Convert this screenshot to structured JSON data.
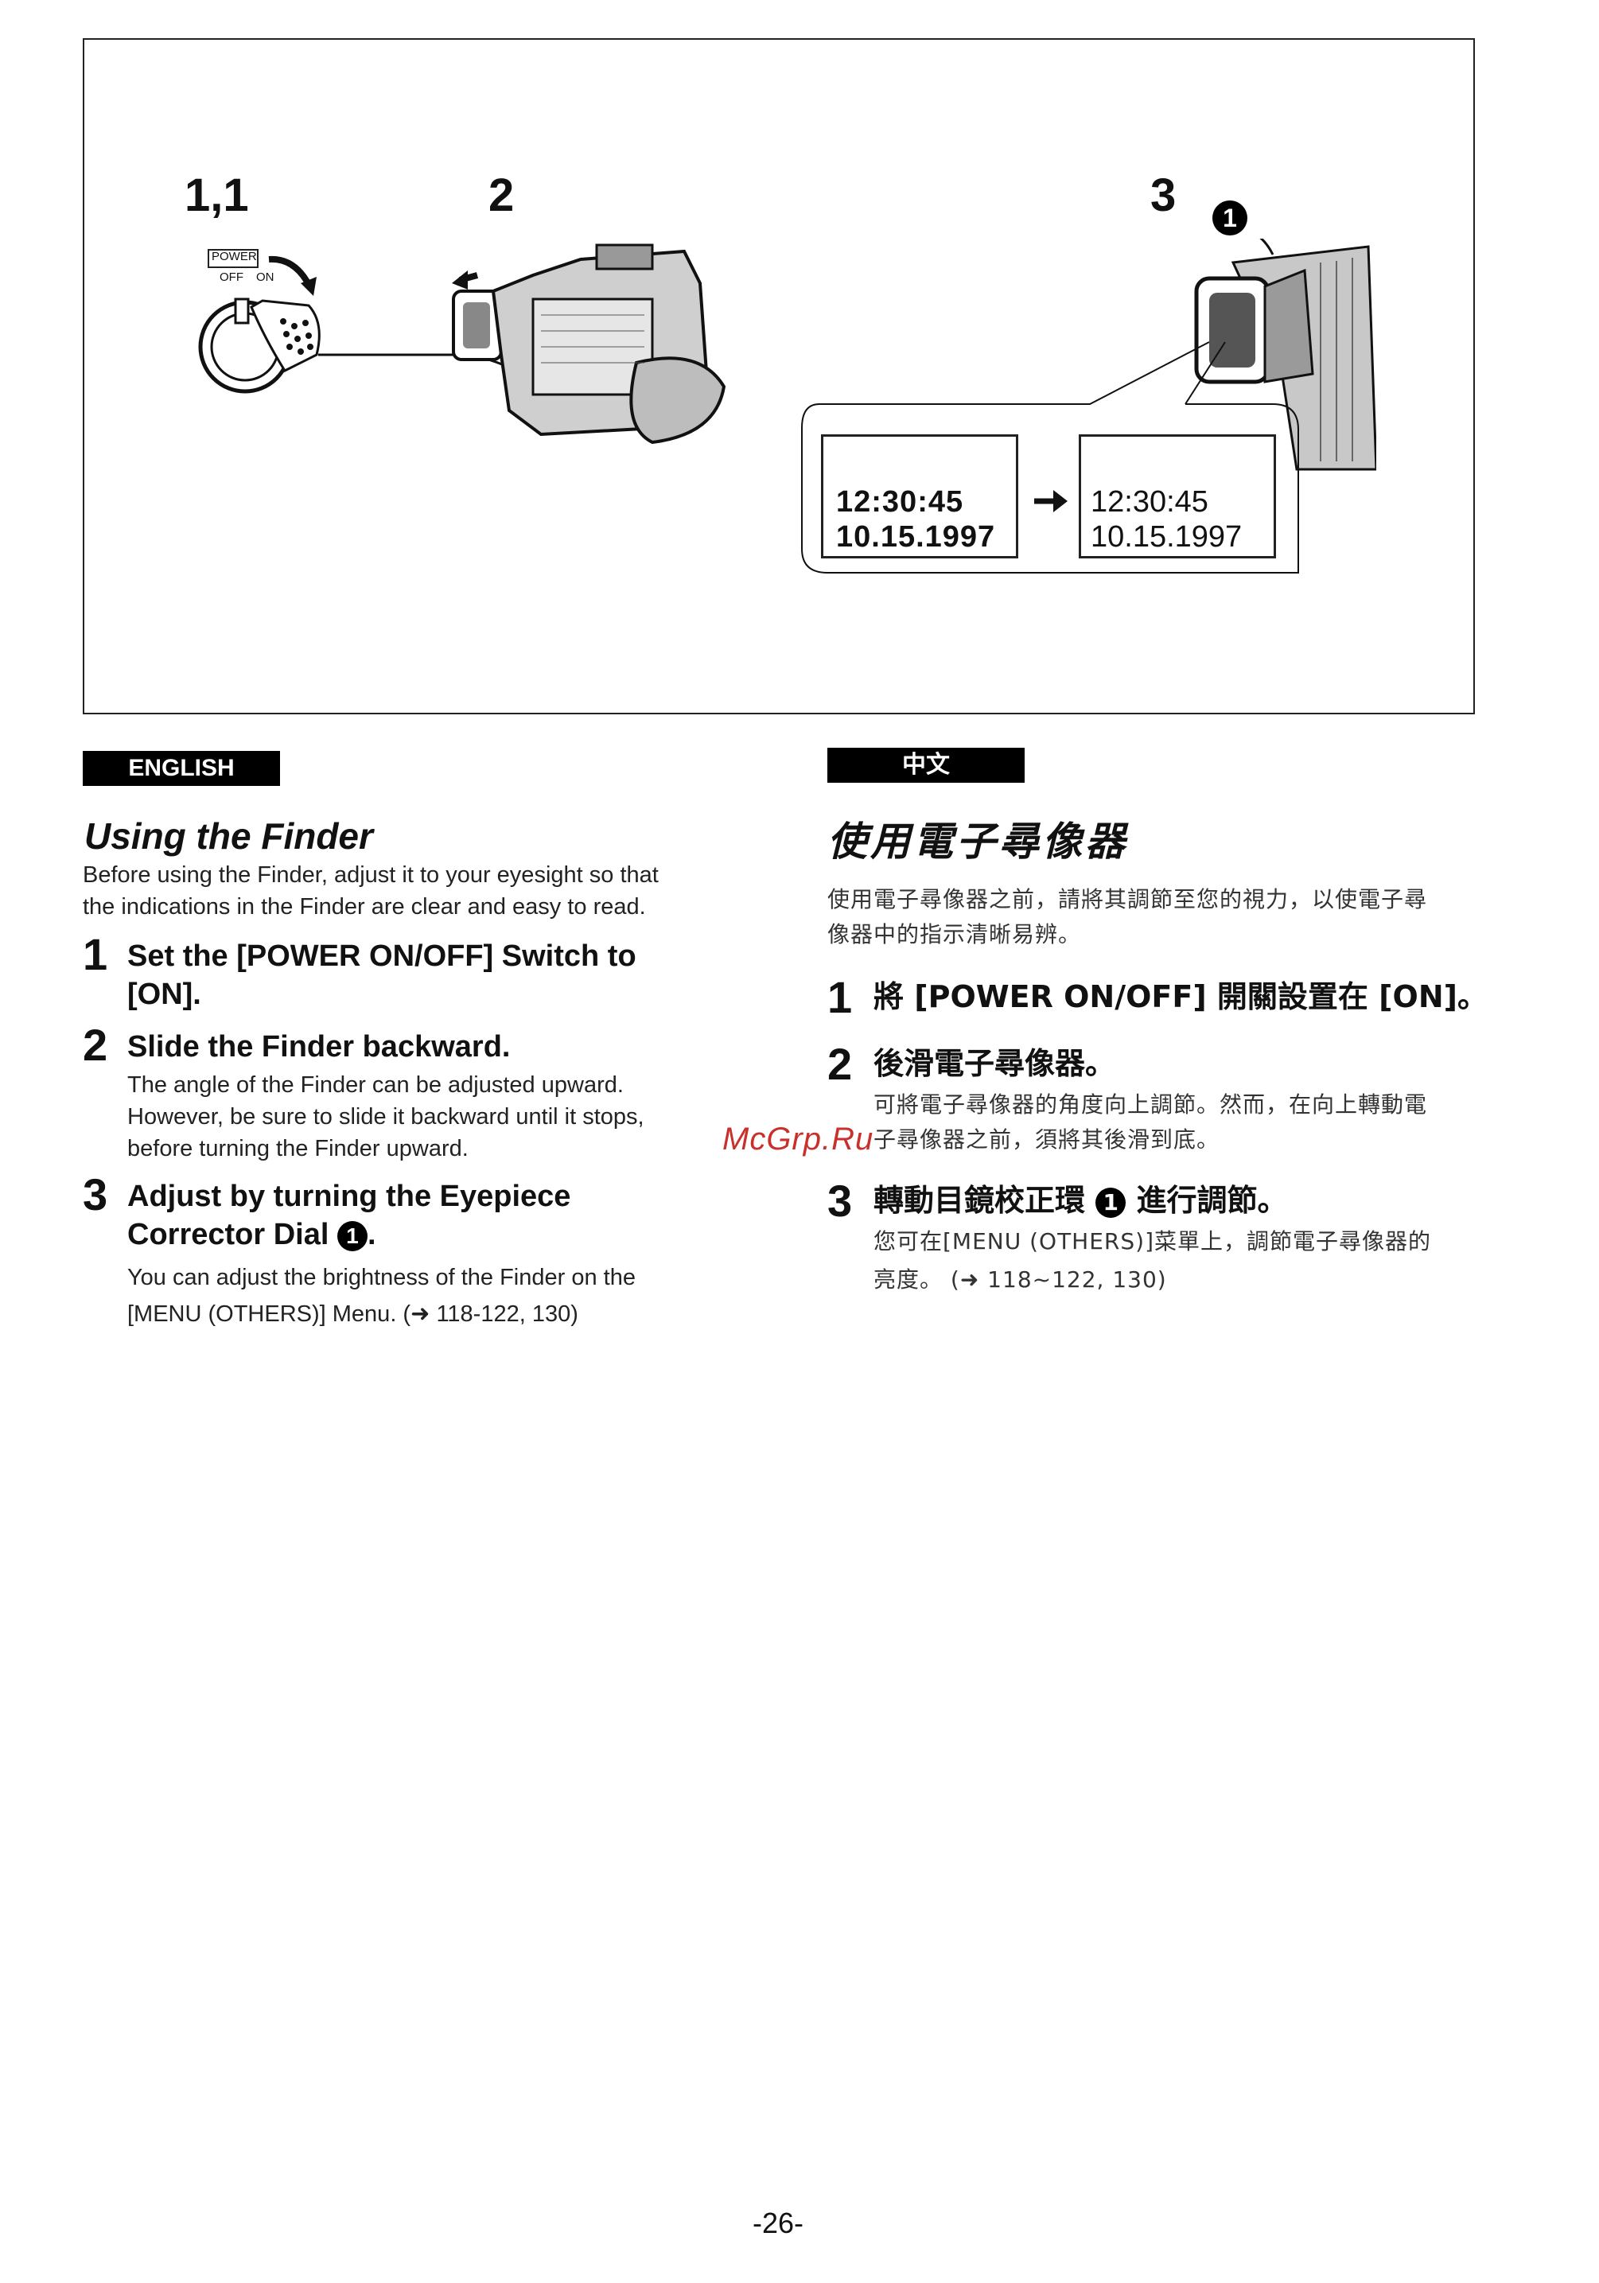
{
  "figure": {
    "step_1_label": "1,1",
    "step_2_label": "2",
    "step_3_label": "3",
    "power_label": "POWER",
    "off_label": "OFF",
    "on_label": "ON",
    "callout_1": "1",
    "display_before": {
      "time": "12:30:45",
      "date": "10.15.1997"
    },
    "display_after": {
      "time": "12:30:45",
      "date": "10.15.1997"
    }
  },
  "english": {
    "tab_label": "ENGLISH",
    "title": "Using the Finder",
    "intro_line1": "Before using the Finder, adjust it to your eyesight so that",
    "intro_line2": "the indications in the Finder are clear and easy to read.",
    "steps": [
      {
        "num": "1",
        "head_line1": "Set the [POWER ON/OFF] Switch to",
        "head_line2": "[ON]."
      },
      {
        "num": "2",
        "head_line1": "Slide the Finder backward.",
        "body_line1": "The angle of the Finder  can be adjusted upward.",
        "body_line2": "However, be sure to slide it backward until it stops,",
        "body_line3": "before turning the Finder upward."
      },
      {
        "num": "3",
        "head_line1": "Adjust by turning the Eyepiece",
        "head_line2": "Corrector Dial",
        "head_suffix": ".",
        "circle": "1",
        "body_line1": "You can adjust the brightness of the Finder on the",
        "body_line2": "[MENU (OTHERS)] Menu. (➜ 118-122, 130)"
      }
    ]
  },
  "chinese": {
    "tab_label": "中文",
    "title": "使用電子尋像器",
    "intro_line1": "使用電子尋像器之前，請將其調節至您的視力，以使電子尋",
    "intro_line2": "像器中的指示清晰易辨。",
    "steps": [
      {
        "num": "1",
        "head": "將 [POWER ON/OFF] 開關設置在 [ON]。"
      },
      {
        "num": "2",
        "head": "後滑電子尋像器。",
        "body_line1": "可將電子尋像器的角度向上調節。然而，在向上轉動電",
        "body_line2": "子尋像器之前，須將其後滑到底。"
      },
      {
        "num": "3",
        "head_pre": "轉動目鏡校正環",
        "circle": "1",
        "head_post": "進行調節。",
        "body_line1": "您可在[MENU (OTHERS)]菜單上，調節電子尋像器的",
        "body_line2": "亮度。 (➜ 118~122, 130)"
      }
    ]
  },
  "watermark": "McGrp.Ru",
  "page_number": "-26-"
}
